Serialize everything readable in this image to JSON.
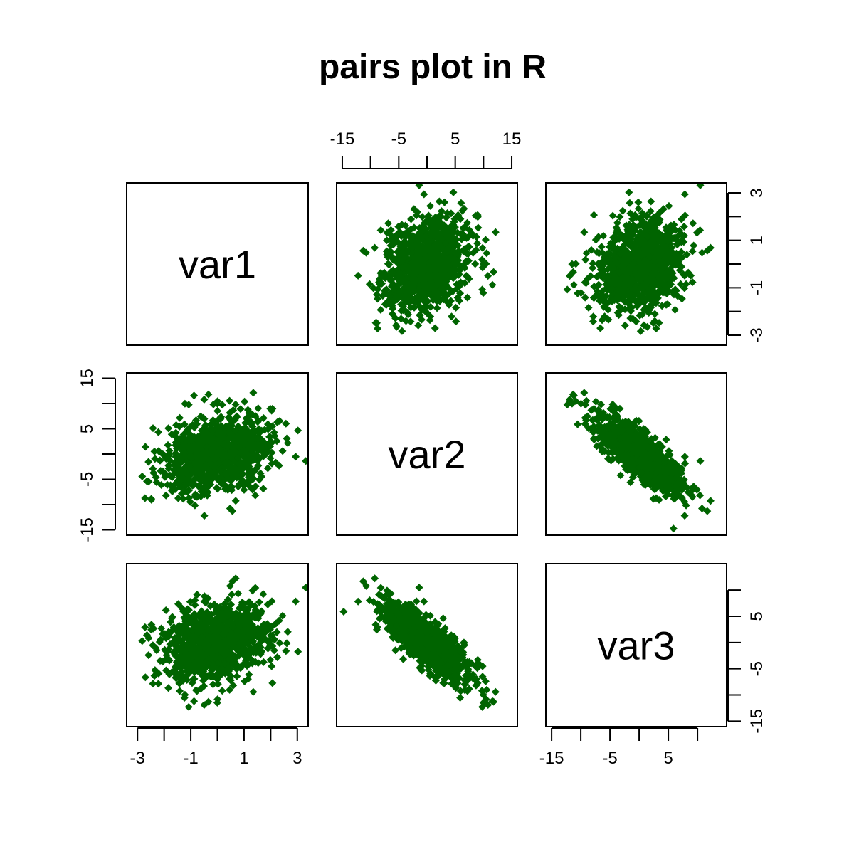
{
  "chart_data": {
    "type": "scatter",
    "title": "pairs plot in R",
    "variables": [
      "var1",
      "var2",
      "var3"
    ],
    "point_color": "#006400",
    "marker": "diamond",
    "n_points": 1000,
    "axes": {
      "var1": {
        "range": [
          -3.3,
          3.3
        ],
        "ticks": [
          -3,
          -2,
          -1,
          0,
          1,
          2,
          3
        ],
        "tick_labels": [
          "-3",
          "-1",
          "1",
          "3"
        ],
        "label_values": [
          -3,
          -1,
          1,
          3
        ]
      },
      "var2": {
        "range": [
          -15.5,
          15.5
        ],
        "ticks": [
          -15,
          -10,
          -5,
          0,
          5,
          10,
          15
        ],
        "tick_labels": [
          "-15",
          "-5",
          "5",
          "15"
        ],
        "label_values": [
          -15,
          -5,
          5,
          15
        ]
      },
      "var3": {
        "range": [
          -15.5,
          14.5
        ],
        "ticks": [
          -15,
          -10,
          -5,
          0,
          5,
          10
        ],
        "tick_labels": [
          "-15",
          "-5",
          "5"
        ],
        "label_values": [
          -15,
          -5,
          5
        ]
      }
    },
    "distribution": {
      "var1": {
        "mean": 0,
        "sd": 1
      },
      "var2": {
        "mean": 0,
        "sd": 4
      },
      "var3": {
        "mean": 0,
        "sd": 4
      },
      "correlations": {
        "var1_var2": 0.25,
        "var1_var3": 0.25,
        "var2_var3": -0.8
      }
    },
    "axis_placement": {
      "top": [
        "var2"
      ],
      "bottom": [
        "var1",
        "var3"
      ],
      "left": [
        "var2"
      ],
      "right": [
        "var1",
        "var3"
      ]
    },
    "grid": false,
    "legend": "none"
  }
}
